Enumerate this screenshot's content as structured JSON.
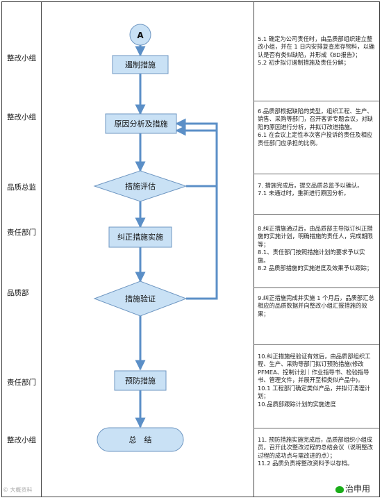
{
  "roles": [
    "整改小组",
    "整改小组",
    "品质总监",
    "责任部门",
    "品质部",
    "责任部门",
    "整改小组"
  ],
  "flow": {
    "start_label": "A",
    "steps": [
      {
        "id": "contain",
        "label": "遏制措施"
      },
      {
        "id": "analysis",
        "label": "原因分析及措施"
      },
      {
        "id": "evaluate",
        "label": "措施评估"
      },
      {
        "id": "implement",
        "label": "纠正措施实施"
      },
      {
        "id": "verify",
        "label": "措施验证"
      },
      {
        "id": "prevent",
        "label": "预防措施"
      },
      {
        "id": "summary",
        "label": "总　结"
      }
    ]
  },
  "descriptions": [
    [
      "5.1 确定为公司责任时，由品质部组织建立整改小组，并在 1 日内安排复查库存物料，以确认是否有类似缺陷，并形成《8D报告》；",
      "5.2 初步拟订遏制措施及责任分解；"
    ],
    [
      "6.品质部根据缺陷的类型，组织工程、生产、销售、采购等部门，召开客诉专题会议，对缺陷的原因进行分析，并拟订改进措施。",
      "6.1 在会议上定性本次客户投诉的责任及相应责任部门应承担的比例。"
    ],
    [
      "7. 措施完成后，提交品质总监予以确认。",
      "7.1 未通过时，重新进行原因分析。"
    ],
    [
      "8.纠正措施通过后，由品质部主导拟订纠正措施的实施计划，明确措施的责任人，完成期限等；",
      "8.1、责任部门按照措施计划的要求予以实施。",
      "8.2 品质部措施的实施进度及效果予以跟踪；"
    ],
    [
      "9.纠正措施完成并实施 1 个月后，品质部汇总相应的品质数据并向整改小组汇报措施的效果；"
    ],
    [
      "10.纠正措施经验证有效后，由品质部组织工程、生产、采购等部门拟订预防措施(修改 PFMEA、控制计划｜作业指导书、检验指导书、管理文件，并展开至相类似产品中)。",
      "10.1 工程部门确定类似产品，并拟订清理计划；",
      "10.品质部跟踪计划的实施进度"
    ],
    [
      "11. 预防措施实施完成后，品质部组织小组成员，召开此次整改过程的总结会议（说明整改过程的成功点与需改进的点）；",
      "11.2 品质负责将整改资料予以存档。"
    ]
  ],
  "watermarks": {
    "left": "© 大概资料",
    "right": "治申用"
  },
  "colors": {
    "shape_fill": "#c9e1f5",
    "shape_stroke": "#6f97c2",
    "arrow": "#5b8fc7"
  }
}
